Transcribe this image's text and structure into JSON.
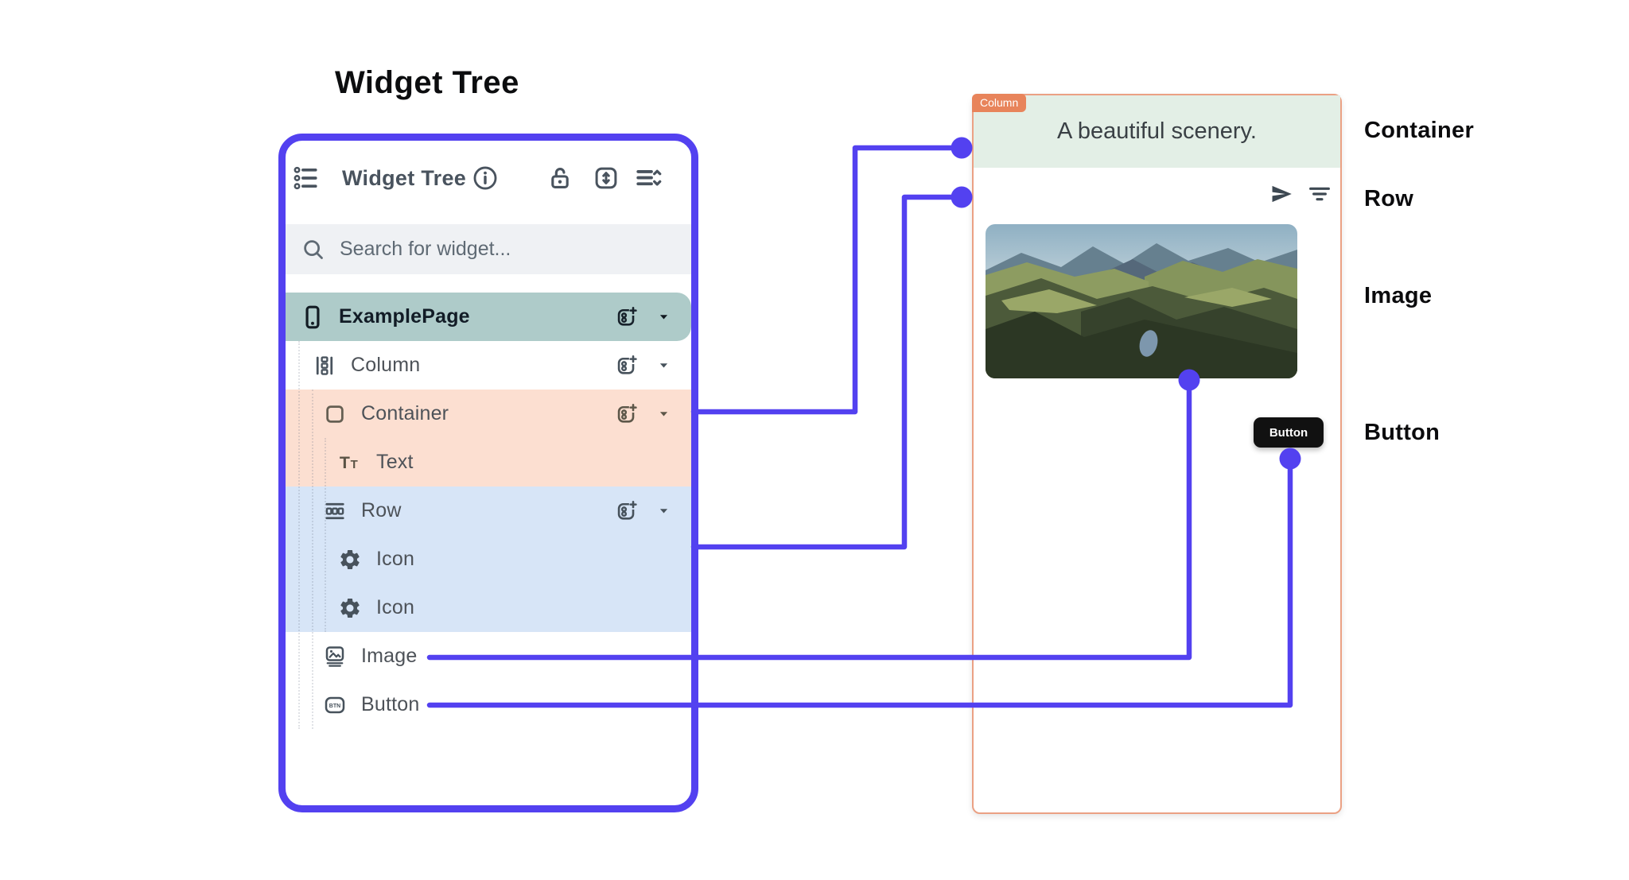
{
  "page": {
    "title": "Widget Tree"
  },
  "panel": {
    "header": {
      "title": "Widget Tree",
      "icons": [
        "tree-list-icon",
        "info-icon",
        "lock-icon",
        "resize-icon",
        "sort-list-icon"
      ]
    },
    "search": {
      "placeholder": "Search for widget...",
      "icon": "search-icon"
    },
    "tree": [
      {
        "label": "ExamplePage",
        "icon": "phone-icon",
        "selected": true,
        "has_actions": true
      },
      {
        "label": "Column",
        "icon": "column-icon",
        "selected": false,
        "has_actions": true
      },
      {
        "label": "Container",
        "icon": "container-icon",
        "selected": false,
        "has_actions": true
      },
      {
        "label": "Text",
        "icon": "text-icon",
        "selected": false,
        "has_actions": false
      },
      {
        "label": "Row",
        "icon": "row-icon",
        "selected": false,
        "has_actions": true
      },
      {
        "label": "Icon",
        "icon": "gear-icon",
        "selected": false,
        "has_actions": false
      },
      {
        "label": "Icon",
        "icon": "gear-icon",
        "selected": false,
        "has_actions": false
      },
      {
        "label": "Image",
        "icon": "image-icon",
        "selected": false,
        "has_actions": false
      },
      {
        "label": "Button",
        "icon": "button-icon",
        "selected": false,
        "has_actions": false
      }
    ]
  },
  "preview": {
    "tag": "Column",
    "container_text": "A beautiful scenery.",
    "row_icons": [
      "send-icon",
      "filter-list-icon"
    ],
    "button_label": "Button"
  },
  "annotations": [
    {
      "label": "Container"
    },
    {
      "label": "Row"
    },
    {
      "label": "Image"
    },
    {
      "label": "Button"
    }
  ],
  "colors": {
    "accent_purple": "#5341f0",
    "orange": "#e8845b",
    "selected_teal": "#aecbc9",
    "container_peach": "#fcdfd1",
    "row_blue": "#d7e5f7",
    "preview_green": "#e3efe6",
    "button_black": "#111111"
  }
}
